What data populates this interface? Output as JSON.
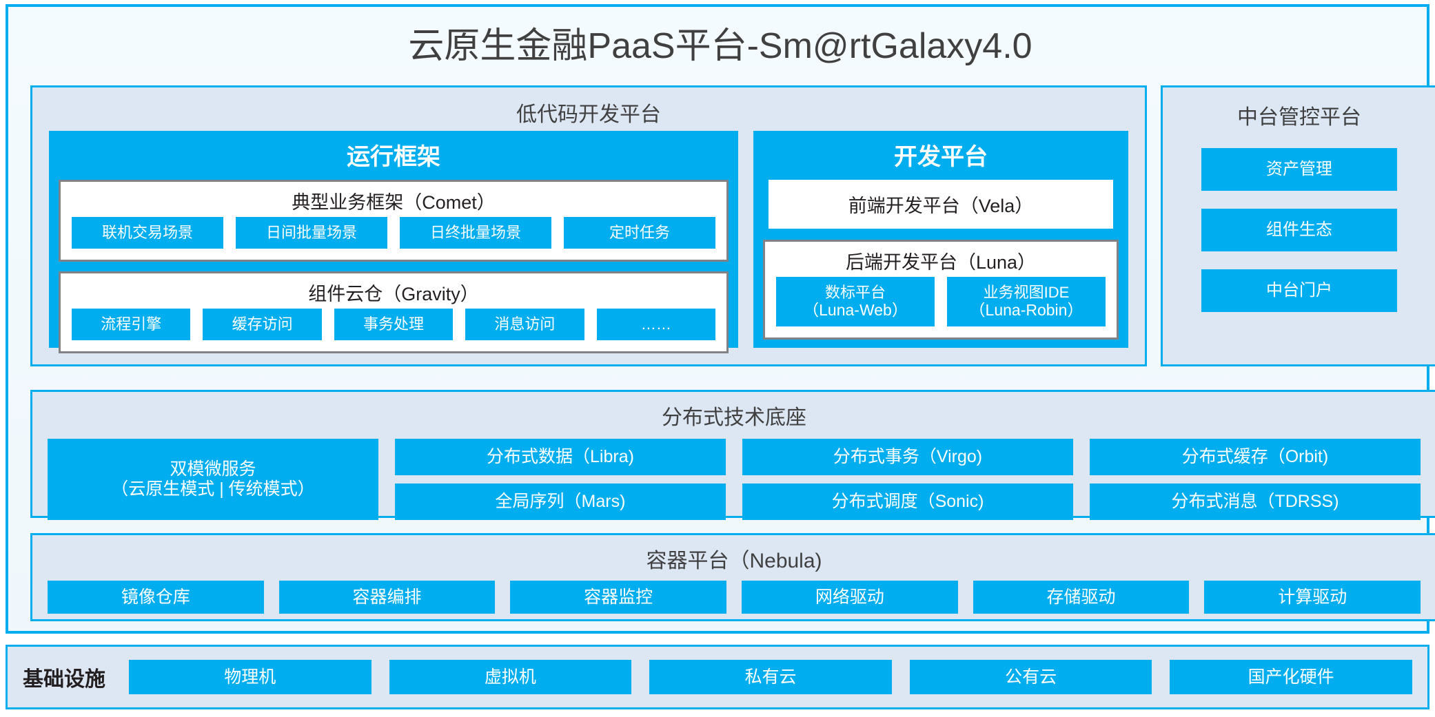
{
  "title": "云原生金融PaaS平台-Sm@rtGalaxy4.0",
  "colors": {
    "accent": "#00AEEF",
    "panel_bg": "#dde7f3",
    "frame_bg": "#f4fbfe",
    "border_gray": "#808285",
    "text_dark": "#404040"
  },
  "lowcode": {
    "title": "低代码开发平台",
    "runtime": {
      "title": "运行框架",
      "groups": [
        {
          "title": "典型业务框架（Comet）",
          "items": [
            "联机交易场景",
            "日间批量场景",
            "日终批量场景",
            "定时任务"
          ]
        },
        {
          "title": "组件云仓（Gravity）",
          "items": [
            "流程引擎",
            "缓存访问",
            "事务处理",
            "消息访问",
            "……"
          ]
        }
      ]
    },
    "dev": {
      "title": "开发平台",
      "frontend": "前端开发平台（Vela）",
      "backend": {
        "title": "后端开发平台（Luna）",
        "items": [
          {
            "line1": "数标平台",
            "line2": "（Luna-Web）"
          },
          {
            "line1": "业务视图IDE",
            "line2": "（Luna-Robin）"
          }
        ]
      }
    }
  },
  "midplatform": {
    "title": "中台管控平台",
    "items": [
      "资产管理",
      "组件生态",
      "中台门户"
    ]
  },
  "tech_base": {
    "title": "分布式技术底座",
    "wide": {
      "line1": "双模微服务",
      "line2": "（云原生模式 | 传统模式）"
    },
    "groups": [
      [
        "分布式数据（Libra)",
        "全局序列（Mars)"
      ],
      [
        "分布式事务（Virgo)",
        "分布式调度（Sonic)"
      ],
      [
        "分布式缓存（Orbit)",
        "分布式消息（TDRSS)"
      ]
    ]
  },
  "container_platform": {
    "title": "容器平台（Nebula)",
    "items": [
      "镜像仓库",
      "容器编排",
      "容器监控",
      "网络驱动",
      "存储驱动",
      "计算驱动"
    ]
  },
  "infrastructure": {
    "label": "基础设施",
    "items": [
      "物理机",
      "虚拟机",
      "私有云",
      "公有云",
      "国产化硬件"
    ]
  }
}
